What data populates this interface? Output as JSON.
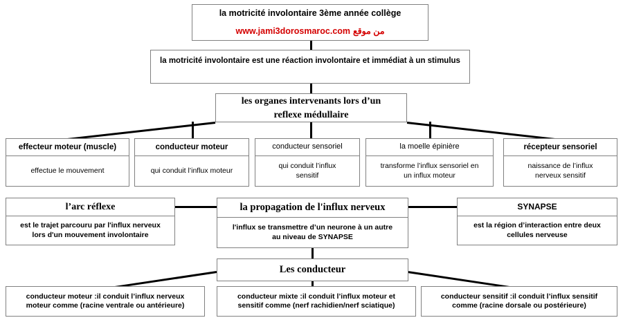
{
  "title_box": {
    "line1": "la motricité involontaire 3ème année collège",
    "line2_site": "www.jami3dorosmaroc.com",
    "line2_arabic": "من موقع",
    "accent_color": "#d40000"
  },
  "definition_box": {
    "text": "la motricité involontaire est une réaction involontaire et immédiat à un stimulus"
  },
  "organs_box": {
    "line1": "les organes intervenants lors d’un",
    "line2": "reflexe médullaire"
  },
  "organs_row": [
    {
      "header": "effecteur moteur (muscle)",
      "body_lines": [
        "effectue le mouvement"
      ],
      "header_bold": true
    },
    {
      "header": "conducteur moteur",
      "body_lines": [
        "qui conduit l’influx moteur"
      ],
      "header_bold": true
    },
    {
      "header": "conducteur sensoriel",
      "body_lines": [
        "qui conduit l’influx",
        "sensitif"
      ],
      "header_bold": false
    },
    {
      "header": "la moelle épinière",
      "body_lines": [
        "transforme l’influx sensoriel en",
        "un influx moteur"
      ],
      "header_bold": false
    },
    {
      "header": "récepteur sensoriel",
      "body_lines": [
        "naissance de  l’influx",
        "nerveux sensitif"
      ],
      "header_bold": true
    }
  ],
  "concepts_row": [
    {
      "header": "l’arc réflexe",
      "header_font": "serif",
      "body_lines": [
        "est le trajet parcouru par l'influx nerveux",
        "lors d'un mouvement involontaire"
      ]
    },
    {
      "header": "la propagation de l'influx nerveux",
      "header_font": "serif",
      "body_lines": [
        "l'influx se transmettre d’un neurone à un autre",
        "au niveau de SYNAPSE"
      ]
    },
    {
      "header": "SYNAPSE",
      "header_font": "sans",
      "body_lines": [
        "est la région d’interaction entre deux",
        "cellules nerveuse"
      ]
    }
  ],
  "conductors_box": {
    "title": "Les conducteur"
  },
  "conductors_row": [
    {
      "lines": [
        "conducteur moteur :il conduit l’influx nerveux",
        "moteur comme (racine ventrale ou antérieure)"
      ]
    },
    {
      "lines": [
        "conducteur mixte :il conduit l’influx moteur et",
        "sensitif comme (nerf rachidien/nerf sciatique)"
      ]
    },
    {
      "lines": [
        "conducteur sensitif :il conduit l’influx sensitif",
        "comme (racine dorsale ou postérieure)"
      ]
    }
  ]
}
